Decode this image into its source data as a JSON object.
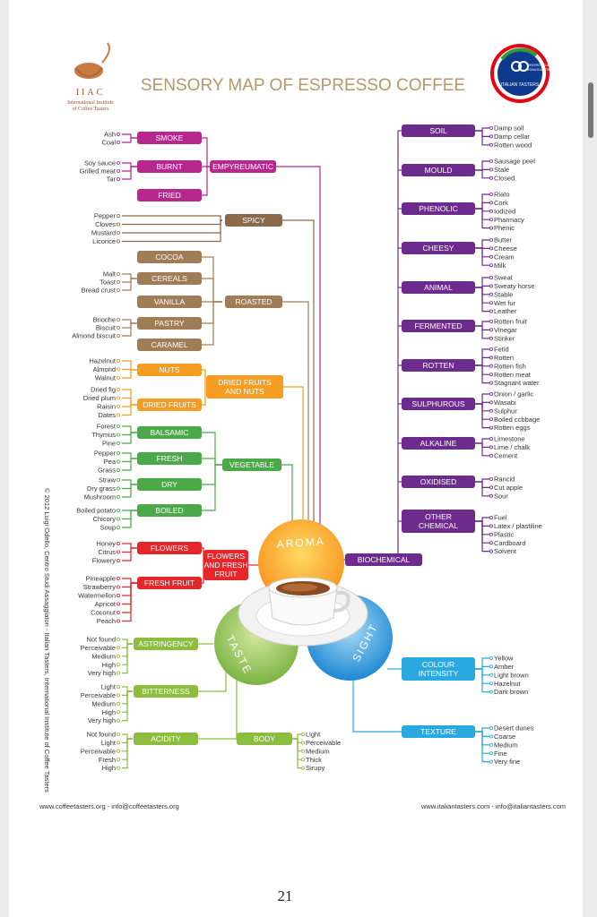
{
  "title": "SENSORY MAP OF ESPRESSO COFFEE",
  "logo_left": {
    "letters": "IIAC",
    "line1": "International Institute",
    "line2": "of Coffee Tasters"
  },
  "logo_right": {
    "text1": "CENTRO STUDI",
    "text2": "ASSAGGIATORI",
    "text3": "ITALIAN TASTERS"
  },
  "copyright": "© 2012 Luigi Odello, Centro Studi Assaggiatori - Italian Tasters, International Institute of Coffee Tasters",
  "footer_left": "www.coffeetasters.org - info@coffeetasters.org",
  "footer_right": "www.italiantasters.com - info@italiantasters.com",
  "page_number": "21",
  "colors": {
    "empyreumatic": "#b8278f",
    "spicy": "#8a6a4b",
    "roasted": "#a07d56",
    "dried": "#f59d22",
    "vegetable": "#4ca94a",
    "flowers": "#e5262a",
    "biochemical": "#6d2b8e",
    "taste": "#8cbd3e",
    "sight": "#29a9e0"
  },
  "circles": {
    "aroma": "AROMA",
    "taste": "TASTE",
    "sight": "SIGHT"
  },
  "left_groups": [
    {
      "id": "empyreumatic",
      "name": "EMPYREUMATIC",
      "subs": [
        {
          "name": "SMOKE",
          "items": [
            "Ash",
            "Coal"
          ]
        },
        {
          "name": "BURNT",
          "items": [
            "Soy sauce",
            "Grilled meat",
            "Tar"
          ]
        },
        {
          "name": "FRIED",
          "items": []
        }
      ]
    },
    {
      "id": "spicy",
      "name": "SPICY",
      "subs": [],
      "items": [
        "Pepper",
        "Cloves",
        "Mustard",
        "Licorice"
      ]
    },
    {
      "id": "roasted",
      "name": "ROASTED",
      "subs": [
        {
          "name": "COCOA",
          "items": []
        },
        {
          "name": "CEREALS",
          "items": [
            "Malt",
            "Toast",
            "Bread crust"
          ]
        },
        {
          "name": "VANILLA",
          "items": []
        },
        {
          "name": "PASTRY",
          "items": [
            "Brioche",
            "Biscuit",
            "Almond biscuit"
          ]
        },
        {
          "name": "CARAMEL",
          "items": []
        }
      ]
    },
    {
      "id": "dried",
      "name": "DRIED FRUITS AND NUTS",
      "subs": [
        {
          "name": "NUTS",
          "items": [
            "Hazelnut",
            "Almond",
            "Walnut"
          ]
        },
        {
          "name": "DRIED FRUITS",
          "items": [
            "Dried fig",
            "Dried plum",
            "Raisin",
            "Dates"
          ]
        }
      ]
    },
    {
      "id": "vegetable",
      "name": "VEGETABLE",
      "subs": [
        {
          "name": "BALSAMIC",
          "items": [
            "Forest",
            "Thymus",
            "Pine"
          ]
        },
        {
          "name": "FRESH",
          "items": [
            "Pepper",
            "Pea",
            "Grass"
          ]
        },
        {
          "name": "DRY",
          "items": [
            "Straw",
            "Dry grass",
            "Mushroom"
          ]
        },
        {
          "name": "BOILED",
          "items": [
            "Boiled potato",
            "Chicory",
            "Soup"
          ]
        }
      ]
    },
    {
      "id": "flowers",
      "name": "FLOWERS AND FRESH FRUIT",
      "subs": [
        {
          "name": "FLOWERS",
          "items": [
            "Honey",
            "Citrus",
            "Flowery"
          ]
        },
        {
          "name": "FRESH FRUIT",
          "items": [
            "Pineapple",
            "Strawberry",
            "Watermellon",
            "Apricot",
            "Coconut",
            "Peach"
          ]
        }
      ]
    }
  ],
  "biochemical": {
    "name": "BIOCHEMICAL",
    "subs": [
      {
        "name": "SOIL",
        "items": [
          "Damp soil",
          "Damp cellar",
          "Rotten wood"
        ]
      },
      {
        "name": "MOULD",
        "items": [
          "Sausage peel",
          "Stale",
          "Closed"
        ]
      },
      {
        "name": "PHENOLIC",
        "items": [
          "Riato",
          "Cork",
          "Iodized",
          "Pharmacy",
          "Phenic"
        ]
      },
      {
        "name": "CHEESY",
        "items": [
          "Butter",
          "Cheese",
          "Cream",
          "Milk"
        ]
      },
      {
        "name": "ANIMAL",
        "items": [
          "Sweat",
          "Sweaty horse",
          "Stable",
          "Wet fur",
          "Leather"
        ]
      },
      {
        "name": "FERMENTED",
        "items": [
          "Rotten fruit",
          "Vinegar",
          "Stinker"
        ]
      },
      {
        "name": "ROTTEN",
        "items": [
          "Fetid",
          "Rotten",
          "Rotten fish",
          "Rotten meat",
          "Stagnant water"
        ]
      },
      {
        "name": "SULPHUROUS",
        "items": [
          "Onion / garlic",
          "Wasabi",
          "Sulphur",
          "Boiled ccbbage",
          "Rotten eggs"
        ]
      },
      {
        "name": "ALKALINE",
        "items": [
          "Limestone",
          "Lime / chalk",
          "Cement"
        ]
      },
      {
        "name": "OXIDISED",
        "items": [
          "Rancid",
          "Cut apple",
          "Sour"
        ]
      },
      {
        "name": "OTHER CHEMICAL",
        "items": [
          "Fuel",
          "Latex / plastiline",
          "Plastic",
          "Cardboard",
          "Solvent"
        ]
      }
    ]
  },
  "taste": [
    {
      "name": "ASTRINGENCY",
      "items": [
        "Not found",
        "Perceivable",
        "Medium",
        "High",
        "Very high"
      ]
    },
    {
      "name": "BITTERNESS",
      "items": [
        "Light",
        "Perceivable",
        "Medium",
        "High",
        "Very high"
      ]
    },
    {
      "name": "ACIDITY",
      "items": [
        "Not found",
        "Light",
        "Perceivable",
        "Fresh",
        "High"
      ]
    },
    {
      "name": "BODY",
      "items": [
        "Light",
        "Perceivable",
        "Medium",
        "Thick",
        "Sirupy"
      ]
    }
  ],
  "sight": [
    {
      "name": "COLOUR INTENSITY",
      "items": [
        "Yellow",
        "Amber",
        "Light brown",
        "Hazelnut",
        "Dark brown"
      ]
    },
    {
      "name": "TEXTURE",
      "items": [
        "Desert dunes",
        "Coarse",
        "Medium",
        "Fine",
        "Very fine"
      ]
    }
  ]
}
